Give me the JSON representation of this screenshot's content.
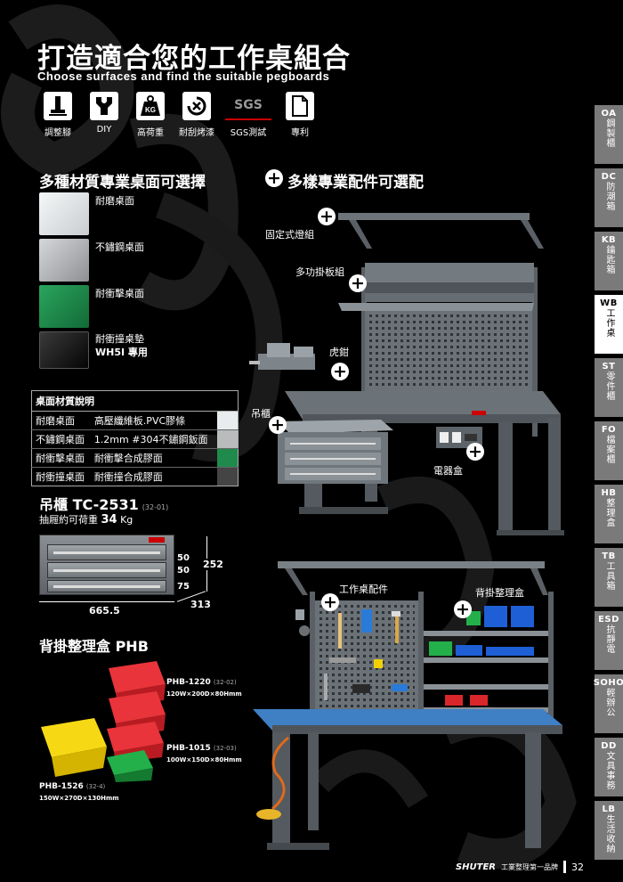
{
  "header": {
    "title": "打造適合您的工作桌組合",
    "subtitle": "Choose surfaces and find the suitable pegboards"
  },
  "features": [
    {
      "icon": "adjustable-foot-icon",
      "label": "調整腳",
      "glyph": "⊥"
    },
    {
      "icon": "diy-wrench-icon",
      "label": "DIY",
      "glyph": "⚒"
    },
    {
      "icon": "weight-kg-icon",
      "label": "高荷重",
      "glyph": "KG"
    },
    {
      "icon": "scratch-resistant-icon",
      "label": "耐刮烤漆",
      "glyph": "↻"
    },
    {
      "icon": "sgs-logo-icon",
      "label": "SGS測試",
      "glyph": "SGS"
    },
    {
      "icon": "patent-document-icon",
      "label": "專利",
      "glyph": "▤"
    }
  ],
  "surfaces": {
    "heading": "多種材質專業桌面可選擇",
    "items": [
      {
        "label": "耐磨桌面",
        "color": "#e8ecee"
      },
      {
        "label": "不鏽鋼桌面",
        "color": "#b9bbbd"
      },
      {
        "label": "耐衝擊桌面",
        "color": "#1f8a4c"
      },
      {
        "label": "耐衝撞桌墊",
        "label2": "WH5I 專用",
        "color": "#111111"
      }
    ]
  },
  "material_table": {
    "header": "桌面材質說明",
    "rows": [
      {
        "name": "耐磨桌面",
        "desc": "高壓纖維板.PVC膠條",
        "color": "#e8ecee"
      },
      {
        "name": "不鏽鋼桌面",
        "desc": "1.2mm #304不鏽鋼鈑面",
        "color": "#b9bbbd"
      },
      {
        "name": "耐衝擊桌面",
        "desc": "耐衝擊合成膠面",
        "color": "#1f8a4c"
      },
      {
        "name": "耐衝撞桌面",
        "desc": "耐衝撞合成膠面",
        "color": "#444444"
      }
    ]
  },
  "cabinet": {
    "title": "吊櫃 TC-2531",
    "code": "(32-01)",
    "load_prefix": "抽屜約可荷重",
    "load_value": "34",
    "load_unit": "Kg",
    "dims": {
      "d1": "50",
      "d2": "50",
      "d3": "75",
      "height": "252",
      "width": "665.5",
      "depth": "313"
    }
  },
  "phb": {
    "title": "背掛整理盒 PHB",
    "items": [
      {
        "model": "PHB-1220",
        "code": "(32-02)",
        "size": "120W×200D×80Hmm"
      },
      {
        "model": "PHB-1015",
        "code": "(32-03)",
        "size": "100W×150D×80Hmm"
      },
      {
        "model": "PHB-1526",
        "code": "(32-4)",
        "size": "150W×270D×130Hmm"
      }
    ],
    "colors": {
      "red": "#d8262b",
      "yellow": "#f2d100",
      "green": "#1a9a3a"
    }
  },
  "accessories": {
    "heading": "多樣專業配件可選配",
    "items": {
      "light": "固定式燈組",
      "pegboard": "多功掛板組",
      "vise": "虎鉗",
      "cabinet": "吊櫃",
      "electric": "電器盒",
      "workbench_acc": "工作桌配件",
      "organizer": "背掛整理盒"
    }
  },
  "side_tabs": [
    {
      "code": "OA",
      "name": "鋼製櫃",
      "active": false
    },
    {
      "code": "DC",
      "name": "防潮箱",
      "active": false
    },
    {
      "code": "KB",
      "name": "鑰匙箱",
      "active": false
    },
    {
      "code": "WB",
      "name": "工作桌",
      "active": true
    },
    {
      "code": "ST",
      "name": "零件櫃",
      "active": false
    },
    {
      "code": "FO",
      "name": "檔案櫃",
      "active": false
    },
    {
      "code": "HB",
      "name": "整理盒",
      "active": false
    },
    {
      "code": "TB",
      "name": "工具箱",
      "active": false
    },
    {
      "code": "ESD",
      "name": "抗靜電",
      "active": false
    },
    {
      "code": "SOHO",
      "name": "輕辦公",
      "active": false
    },
    {
      "code": "DD",
      "name": "文具事務",
      "active": false
    },
    {
      "code": "LB",
      "name": "生活收納",
      "active": false
    }
  ],
  "footer": {
    "brand": "SHUTER",
    "slogan": "工業整理第一品牌",
    "page": "32"
  }
}
